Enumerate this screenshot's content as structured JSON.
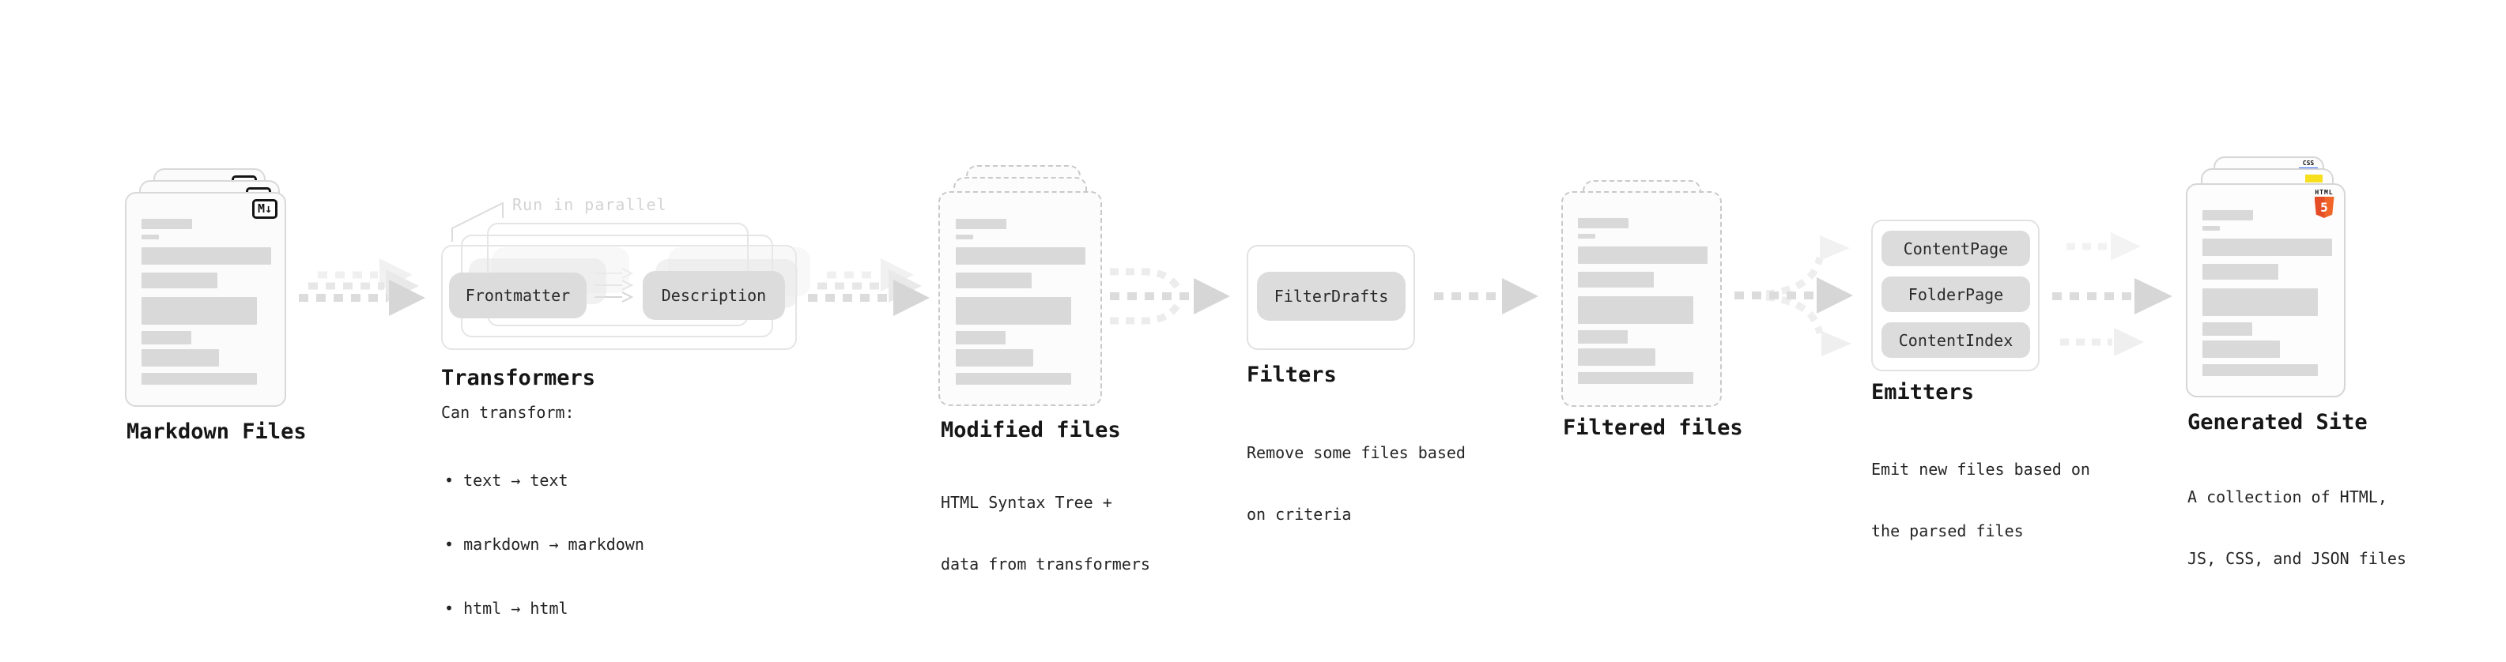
{
  "stages": {
    "markdown_files": {
      "label": "Markdown Files",
      "badge": "M↓"
    },
    "transformers": {
      "label": "Transformers",
      "annotation": "Run in parallel",
      "pills": [
        "Frontmatter",
        "Description"
      ],
      "desc": "Can transform:",
      "bullets": [
        "• text → text",
        "• markdown → markdown",
        "• html → html"
      ]
    },
    "modified_files": {
      "label": "Modified files",
      "desc": [
        "HTML Syntax Tree +",
        "data from transformers"
      ]
    },
    "filters": {
      "label": "Filters",
      "pills": [
        "FilterDrafts"
      ],
      "desc": [
        "Remove some files based",
        "on criteria"
      ]
    },
    "filtered_files": {
      "label": "Filtered files"
    },
    "emitters": {
      "label": "Emitters",
      "pills": [
        "ContentPage",
        "FolderPage",
        "ContentIndex"
      ],
      "desc": [
        "Emit new files based on",
        "the parsed files"
      ]
    },
    "generated_site": {
      "label": "Generated Site",
      "desc": [
        "A collection of HTML,",
        "JS, CSS, and JSON files"
      ],
      "badges": {
        "css_label": "CSS",
        "html_label": "HTML",
        "html_number": "5"
      }
    }
  },
  "colors": {
    "text": "#1b1b1b",
    "annotation_gray": "#d3d3d3",
    "bar_gray": "#d9d9d9",
    "pill_gray": "#dcdcdc",
    "arrow_gray": "#d6d6d6",
    "markdown_badge_black": "#141414",
    "html5_orange": "#e44d26",
    "js_yellow": "#f7df1e",
    "css_blue": "#2d6bf2"
  }
}
